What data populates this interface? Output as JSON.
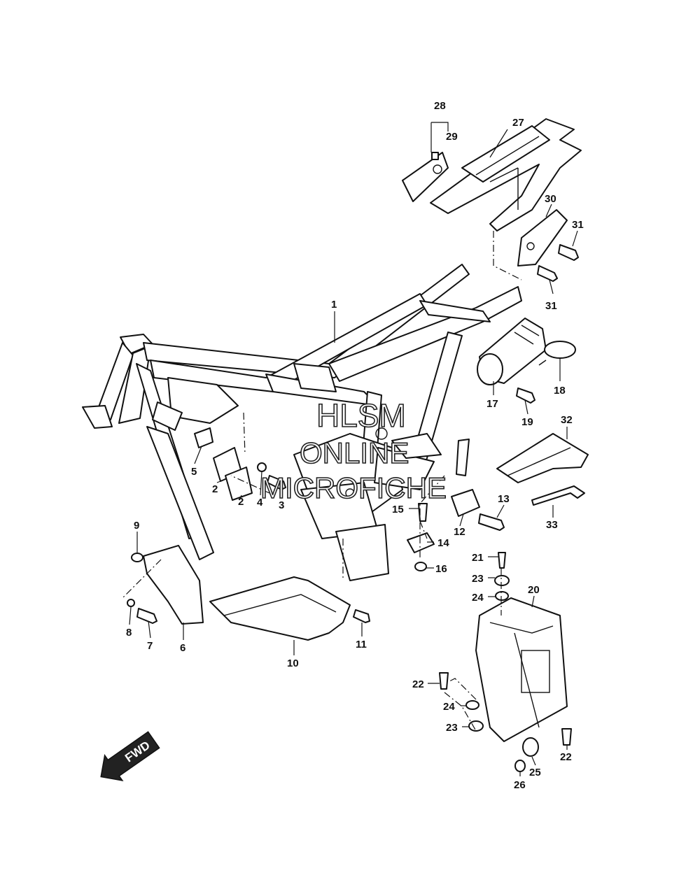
{
  "watermark": {
    "line1": "HLSM",
    "line2": "ONLINE",
    "line3": "MICROFICHE"
  },
  "fwd_label": "FWD",
  "callouts": [
    "1",
    "2",
    "2",
    "3",
    "4",
    "5",
    "6",
    "7",
    "8",
    "9",
    "10",
    "11",
    "12",
    "13",
    "14",
    "15",
    "16",
    "17",
    "18",
    "19",
    "20",
    "21",
    "22",
    "22",
    "23",
    "23",
    "24",
    "24",
    "25",
    "26",
    "27",
    "28",
    "29",
    "30",
    "31",
    "31",
    "32",
    "33"
  ]
}
